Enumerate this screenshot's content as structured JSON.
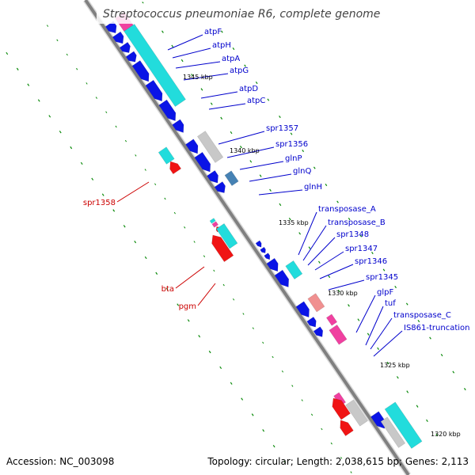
{
  "title": "Streptococcus pneumoniae R6, complete genome",
  "colors": {
    "backbone": "#808080",
    "blue_gene": "#0a14e6",
    "cyan_gene": "#22dcdc",
    "red_gene": "#f01414",
    "magenta_gene": "#f040a0",
    "pink_gene": "#f09090",
    "gray_gene": "#c8c8c8",
    "steel_gene": "#4682b4",
    "ticks_green": "#0a8a0a",
    "blue_label": "#0000cc",
    "red_label": "#cc0000"
  },
  "kbp_markers": [
    "1345 kbp",
    "1340 kbp",
    "1335 kbp",
    "1330 kbp",
    "1325 kbp",
    "1320 kbp"
  ],
  "forward_labels": [
    "atpF",
    "atpH",
    "atpA",
    "atpG",
    "atpD",
    "atpC",
    "spr1357",
    "spr1356",
    "glnP",
    "glnQ",
    "glnH",
    "transposase_A",
    "transposase_B",
    "spr1348",
    "spr1347",
    "spr1346",
    "spr1345",
    "glpF",
    "tuf",
    "transposase_C",
    "IS861-truncation"
  ],
  "reverse_labels": [
    "spr1358",
    "bta",
    "pgm"
  ],
  "footer": {
    "accession": "Accession: NC_003098",
    "topology": "Topology: circular; Length: 2,038,615 bp; Genes: 2,113"
  }
}
